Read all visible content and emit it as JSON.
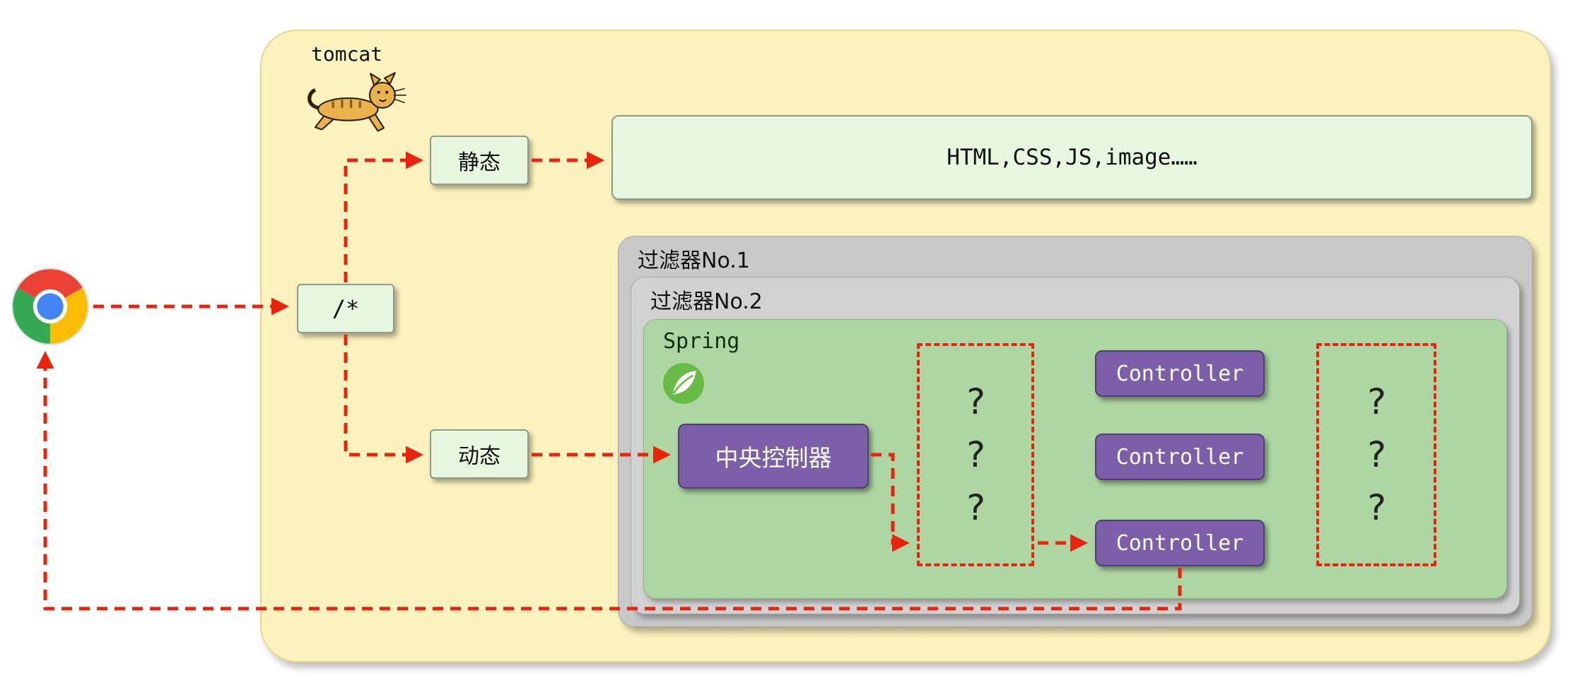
{
  "diagram": {
    "tomcat": {
      "label": "tomcat"
    },
    "browser": {
      "icon": "chrome-icon"
    },
    "route": {
      "label": "/*"
    },
    "static_node": {
      "label": "静态"
    },
    "dynamic_node": {
      "label": "动态"
    },
    "static_resources": {
      "label": "HTML,CSS,JS,image……"
    },
    "filters": [
      {
        "label": "过滤器No.1"
      },
      {
        "label": "过滤器No.2"
      }
    ],
    "spring": {
      "label": "Spring"
    },
    "central_controller": {
      "label": "中央控制器"
    },
    "controllers": [
      "Controller",
      "Controller",
      "Controller"
    ],
    "mystery_left": [
      "?",
      "?",
      "?"
    ],
    "mystery_right": [
      "?",
      "?",
      "?"
    ],
    "colors": {
      "container_yellow": "#FBF2BE",
      "node_green": "#E7F6DE",
      "filter_gray": "#C9C9C9",
      "spring_green": "#ADD6A2",
      "controller_purple": "#7C5FA8",
      "arrow_red": "#E8250C",
      "spring_logo_green": "#68BC45",
      "chrome_red": "#EA4335",
      "chrome_green": "#34A853",
      "chrome_yellow": "#FBBC05",
      "chrome_blue": "#4285F4"
    }
  }
}
